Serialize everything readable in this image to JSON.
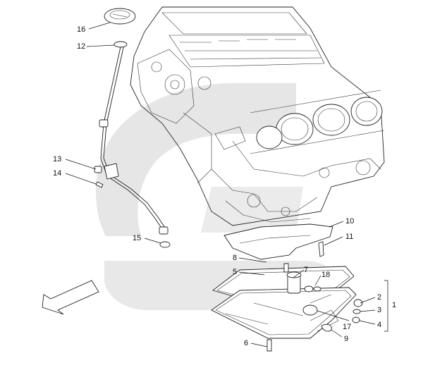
{
  "callouts": {
    "c16": "16",
    "c12": "12",
    "c13": "13",
    "c14": "14",
    "c15": "15",
    "c10": "10",
    "c11": "11",
    "c8": "8",
    "c5": "5",
    "c7": "7",
    "c18": "18",
    "c2": "2",
    "c3": "3",
    "c4": "4",
    "c1": "1",
    "c17": "17",
    "c9": "9",
    "c6": "6"
  },
  "colors": {
    "watermark": "#e6e6e6",
    "line": "#222222",
    "background": "#ffffff"
  },
  "icons": {
    "direction_arrow": "arrow-down-left-icon"
  }
}
